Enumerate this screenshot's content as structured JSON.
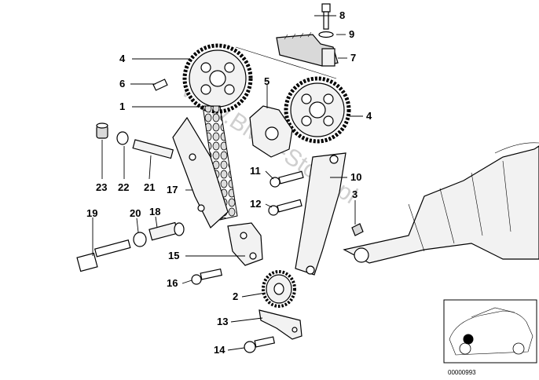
{
  "diagram": {
    "watermark": "www.BMW-Store.pl",
    "part_number": "00000993",
    "callouts": [
      "8",
      "9",
      "7",
      "4",
      "6",
      "5",
      "1",
      "4",
      "11",
      "10",
      "23",
      "22",
      "21",
      "17",
      "3",
      "12",
      "19",
      "20",
      "18",
      "15",
      "16",
      "2",
      "13",
      "14"
    ]
  }
}
